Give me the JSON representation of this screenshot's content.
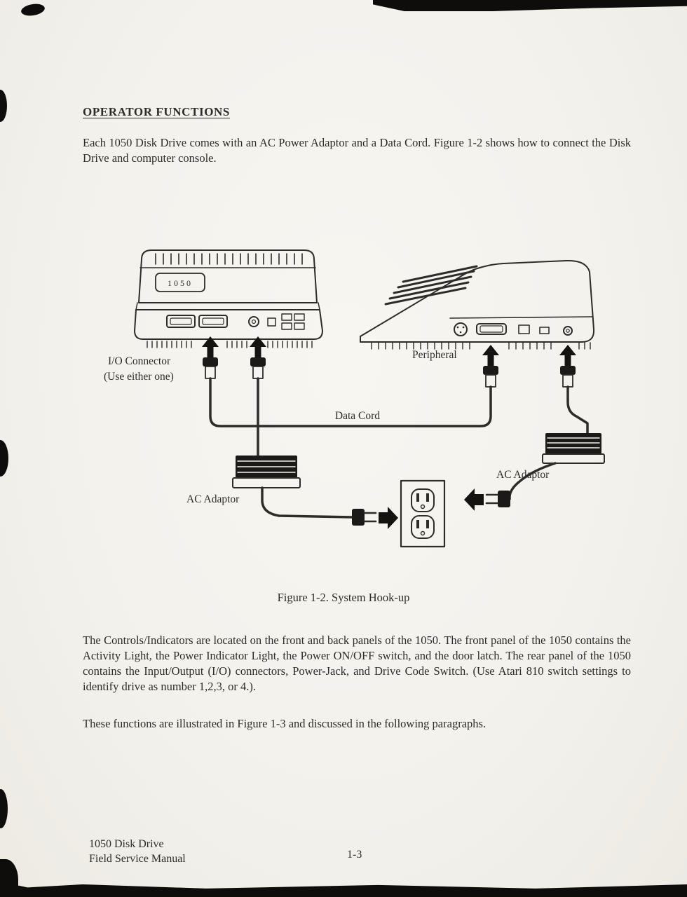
{
  "document": {
    "heading": "OPERATOR FUNCTIONS",
    "paragraphs": {
      "p1": "Each 1050 Disk Drive comes with an AC Power Adaptor and a Data Cord. Figure 1-2 shows how to connect the Disk Drive and computer console.",
      "p2": "The Controls/Indicators are located on the front and back panels of the 1050. The front panel of the 1050 contains the Activity Light, the Power Indicator Light, the Power ON/OFF switch, and the door latch. The rear panel of the 1050 contains the Input/Output (I/O) connectors, Power-Jack, and Drive Code Switch. (Use Atari 810 switch settings to identify drive as number 1,2,3, or 4.).",
      "p3": "These functions are illustrated in Figure 1-3 and discussed in the following paragraphs."
    },
    "figure": {
      "caption": "Figure 1-2. System Hook-up",
      "labels": {
        "drive_badge": "1050",
        "io_connector": "I/O Connector",
        "io_connector_note": "(Use either one)",
        "peripheral": "Peripheral",
        "data_cord": "Data Cord",
        "ac_adaptor_left": "AC Adaptor",
        "ac_adaptor_right": "AC Adaptor"
      }
    },
    "footer": {
      "line1": "1050 Disk Drive",
      "line2": "Field Service Manual",
      "page_number": "1-3"
    }
  }
}
